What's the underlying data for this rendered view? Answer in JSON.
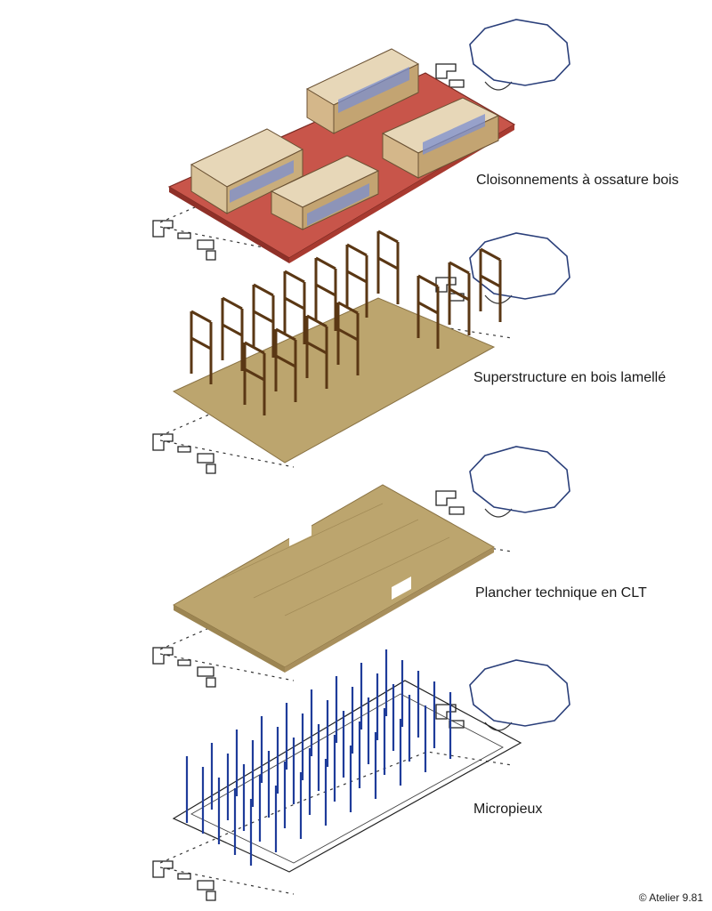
{
  "layers": [
    {
      "label": "Cloisonnements à ossature bois",
      "floor_color": "#c8554a",
      "icon": "timber-partition-layer"
    },
    {
      "label": "Superstructure en bois lamellé",
      "floor_color": "#bca56e",
      "frame_color": "#5a3714",
      "icon": "glulam-frame-layer"
    },
    {
      "label": "Plancher technique en CLT",
      "floor_color": "#bca56e",
      "icon": "clt-floor-layer"
    },
    {
      "label": "Micropieux",
      "pile_color": "#1f3c9a",
      "icon": "micropile-layer"
    }
  ],
  "credit": "© Atelier 9.81"
}
